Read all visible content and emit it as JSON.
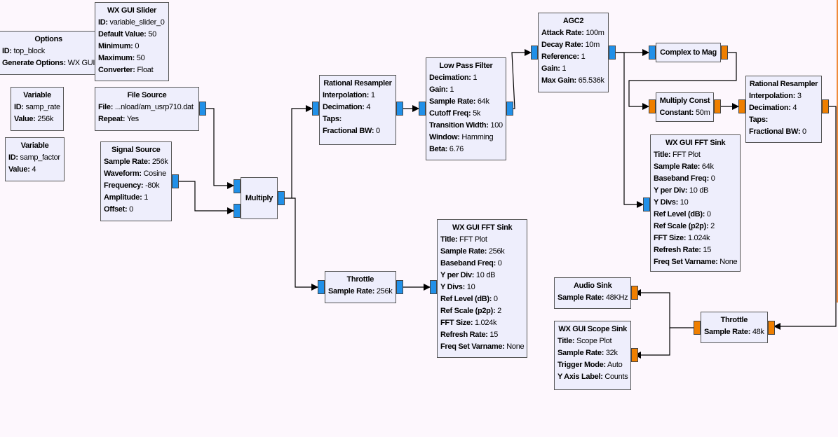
{
  "colors": {
    "canvas": "#fdf7fd",
    "block_fill": "#eeeefc",
    "port_complex": "#2190e8",
    "port_float": "#ef7f00",
    "wire": "#000000"
  },
  "blocks": [
    {
      "title": "Options",
      "params": [
        {
          "k": "ID:",
          "v": "top_block"
        },
        {
          "k": "Generate Options:",
          "v": "WX GUI"
        }
      ]
    },
    {
      "title": "WX GUI Slider",
      "params": [
        {
          "k": "ID:",
          "v": "variable_slider_0"
        },
        {
          "k": "Default Value:",
          "v": "50"
        },
        {
          "k": "Minimum:",
          "v": "0"
        },
        {
          "k": "Maximum:",
          "v": "50"
        },
        {
          "k": "Converter:",
          "v": "Float"
        }
      ]
    },
    {
      "title": "Variable",
      "params": [
        {
          "k": "ID:",
          "v": "samp_rate"
        },
        {
          "k": "Value:",
          "v": "256k"
        }
      ]
    },
    {
      "title": "Variable",
      "params": [
        {
          "k": "ID:",
          "v": "samp_factor"
        },
        {
          "k": "Value:",
          "v": "4"
        }
      ]
    },
    {
      "title": "File Source",
      "params": [
        {
          "k": "File:",
          "v": "...nload/am_usrp710.dat"
        },
        {
          "k": "Repeat:",
          "v": "Yes"
        }
      ]
    },
    {
      "title": "Signal Source",
      "params": [
        {
          "k": "Sample Rate:",
          "v": "256k"
        },
        {
          "k": "Waveform:",
          "v": "Cosine"
        },
        {
          "k": "Frequency:",
          "v": "-80k"
        },
        {
          "k": "Amplitude:",
          "v": "1"
        },
        {
          "k": "Offset:",
          "v": "0"
        }
      ]
    },
    {
      "title": "Multiply",
      "params": []
    },
    {
      "title": "Rational Resampler",
      "params": [
        {
          "k": "Interpolation:",
          "v": "1"
        },
        {
          "k": "Decimation:",
          "v": "4"
        },
        {
          "k": "Taps:",
          "v": ""
        },
        {
          "k": "Fractional BW:",
          "v": "0"
        }
      ]
    },
    {
      "title": "Low Pass Filter",
      "params": [
        {
          "k": "Decimation:",
          "v": "1"
        },
        {
          "k": "Gain:",
          "v": "1"
        },
        {
          "k": "Sample Rate:",
          "v": "64k"
        },
        {
          "k": "Cutoff Freq:",
          "v": "5k"
        },
        {
          "k": "Transition Width:",
          "v": "100"
        },
        {
          "k": "Window:",
          "v": "Hamming"
        },
        {
          "k": "Beta:",
          "v": "6.76"
        }
      ]
    },
    {
      "title": "AGC2",
      "params": [
        {
          "k": "Attack Rate:",
          "v": "100m"
        },
        {
          "k": "Decay Rate:",
          "v": "10m"
        },
        {
          "k": "Reference:",
          "v": "1"
        },
        {
          "k": "Gain:",
          "v": "1"
        },
        {
          "k": "Max Gain:",
          "v": "65.536k"
        }
      ]
    },
    {
      "title": "Complex to Mag",
      "params": []
    },
    {
      "title": "Multiply Const",
      "params": [
        {
          "k": "Constant:",
          "v": "50m"
        }
      ]
    },
    {
      "title": "Rational Resampler",
      "params": [
        {
          "k": "Interpolation:",
          "v": "3"
        },
        {
          "k": "Decimation:",
          "v": "4"
        },
        {
          "k": "Taps:",
          "v": ""
        },
        {
          "k": "Fractional BW:",
          "v": "0"
        }
      ]
    },
    {
      "title": "WX GUI FFT Sink",
      "params": [
        {
          "k": "Title:",
          "v": "FFT Plot"
        },
        {
          "k": "Sample Rate:",
          "v": "64k"
        },
        {
          "k": "Baseband Freq:",
          "v": "0"
        },
        {
          "k": "Y per Div:",
          "v": "10 dB"
        },
        {
          "k": "Y Divs:",
          "v": "10"
        },
        {
          "k": "Ref Level (dB):",
          "v": "0"
        },
        {
          "k": "Ref Scale (p2p):",
          "v": "2"
        },
        {
          "k": "FFT Size:",
          "v": "1.024k"
        },
        {
          "k": "Refresh Rate:",
          "v": "15"
        },
        {
          "k": "Freq Set Varname:",
          "v": "None"
        }
      ]
    },
    {
      "title": "Throttle",
      "params": [
        {
          "k": "Sample Rate:",
          "v": "256k"
        }
      ]
    },
    {
      "title": "WX GUI FFT Sink",
      "params": [
        {
          "k": "Title:",
          "v": "FFT Plot"
        },
        {
          "k": "Sample Rate:",
          "v": "256k"
        },
        {
          "k": "Baseband Freq:",
          "v": "0"
        },
        {
          "k": "Y per Div:",
          "v": "10 dB"
        },
        {
          "k": "Y Divs:",
          "v": "10"
        },
        {
          "k": "Ref Level (dB):",
          "v": "0"
        },
        {
          "k": "Ref Scale (p2p):",
          "v": "2"
        },
        {
          "k": "FFT Size:",
          "v": "1.024k"
        },
        {
          "k": "Refresh Rate:",
          "v": "15"
        },
        {
          "k": "Freq Set Varname:",
          "v": "None"
        }
      ]
    },
    {
      "title": "Audio Sink",
      "params": [
        {
          "k": "Sample Rate:",
          "v": "48KHz"
        }
      ]
    },
    {
      "title": "WX GUI Scope Sink",
      "params": [
        {
          "k": "Title:",
          "v": "Scope Plot"
        },
        {
          "k": "Sample Rate:",
          "v": "32k"
        },
        {
          "k": "Trigger Mode:",
          "v": "Auto"
        },
        {
          "k": "Y Axis Label:",
          "v": "Counts"
        }
      ]
    },
    {
      "title": "Throttle",
      "params": [
        {
          "k": "Sample Rate:",
          "v": "48k"
        }
      ]
    }
  ]
}
